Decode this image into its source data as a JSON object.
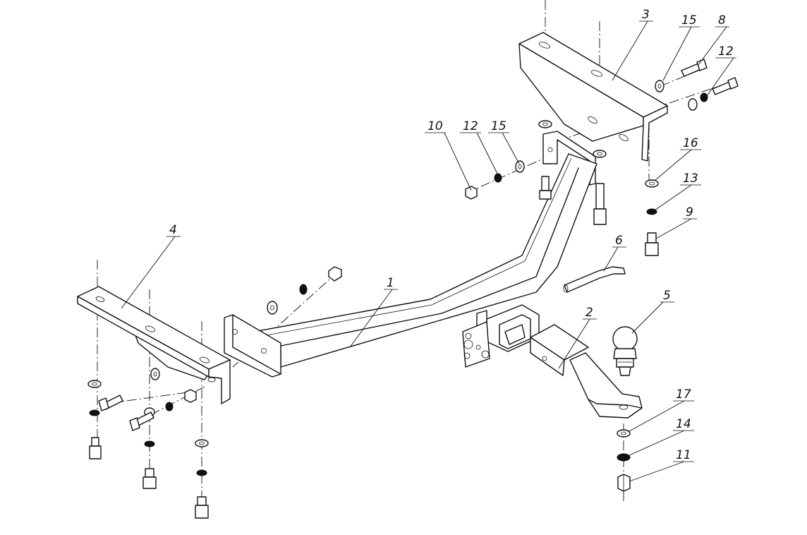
{
  "callouts": {
    "c1": "1",
    "c2": "2",
    "c3": "3",
    "c4": "4",
    "c5": "5",
    "c6": "6",
    "c8": "8",
    "c9": "9",
    "c10": "10",
    "c11": "11",
    "c12a": "12",
    "c12b": "12",
    "c13": "13",
    "c14": "14",
    "c15a": "15",
    "c15b": "15",
    "c16": "16",
    "c17": "17"
  }
}
